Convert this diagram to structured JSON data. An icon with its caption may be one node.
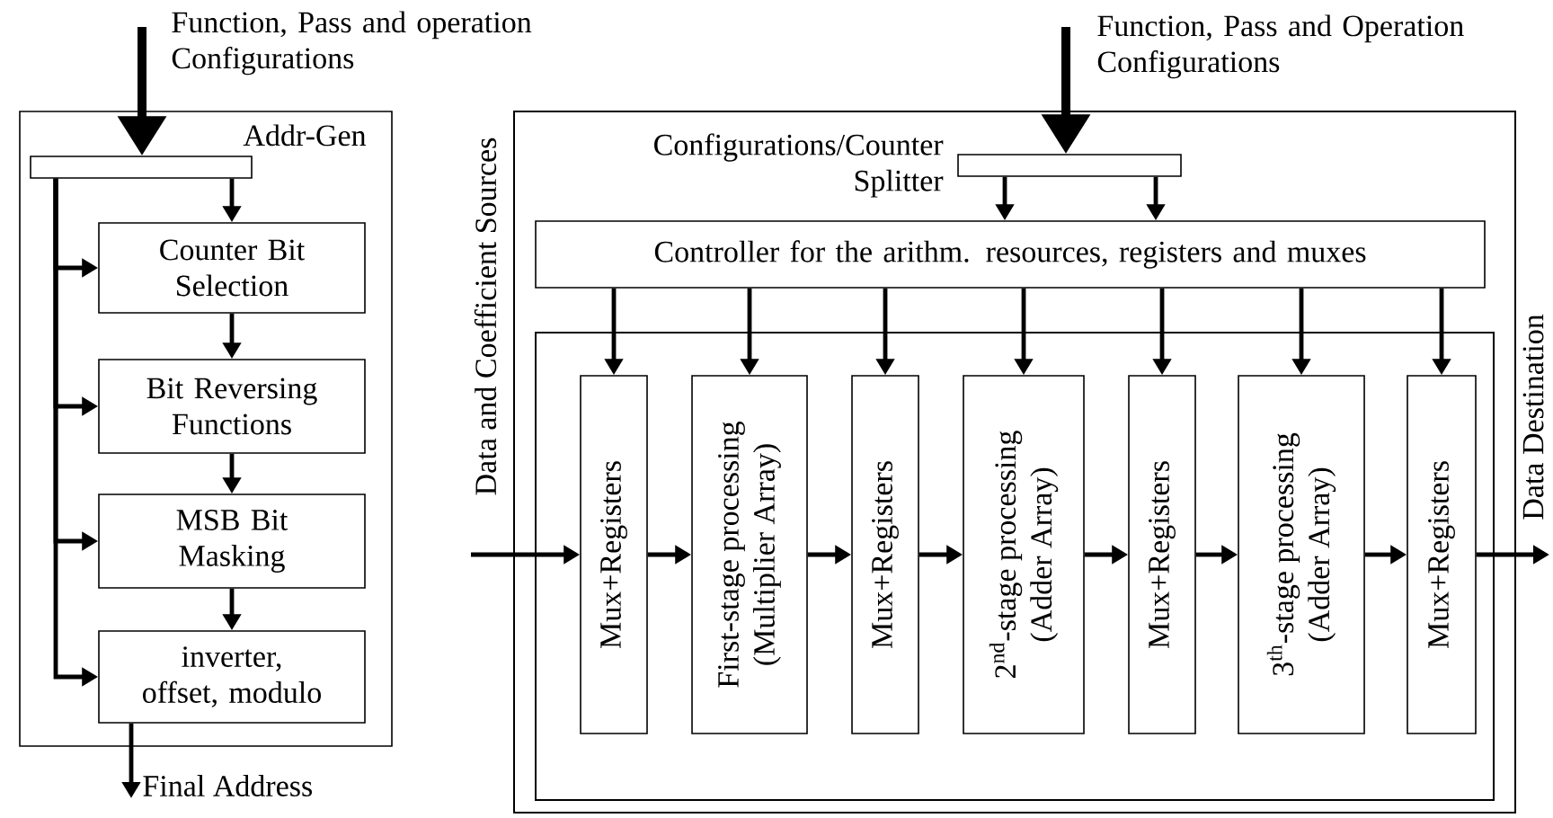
{
  "diagram": {
    "nodes": [
      {
        "text": [
          "Addr-Gen"
        ]
      },
      {
        "text": [],
        "shape": "bar",
        "in": 0
      },
      {
        "text": [
          "Counter Bit Selection"
        ],
        "in": 0
      },
      {
        "text": [
          "Bit Reversing Functions"
        ],
        "in": 0
      },
      {
        "text": [
          "MSB Bit Masking"
        ],
        "in": 0
      },
      {
        "text": [
          "inverter, offset, modulo"
        ],
        "in": 0
      },
      {
        "text": [],
        "shape": "box"
      },
      {
        "text": [],
        "shape": "bar",
        "in": 6,
        "beside": [
          "Configurations/Counter Splitter"
        ]
      },
      {
        "text": [
          "Controller for the arithm. resources, registers and muxes"
        ],
        "in": 6
      },
      {
        "text": [],
        "shape": "box",
        "in": 6
      },
      {
        "text": [
          "Mux+Registers"
        ],
        "in": 9
      },
      {
        "text": [
          "First-stage processing (Multiplier Array)"
        ],
        "in": 9
      },
      {
        "text": [
          "Mux+Registers"
        ],
        "in": 9
      },
      {
        "text": [
          "2$^{nd}$-stage processing (Adder Array)"
        ],
        "in": 9
      },
      {
        "text": [
          "Mux+Registers"
        ],
        "in": 9
      },
      {
        "text": [
          "3$^{th}$-stage processing (Adder Array)"
        ],
        "in": 9
      },
      {
        "text": [
          "Mux+Registers"
        ],
        "in": 9
      },
      {
        "text": [
          "Final Address"
        ]
      }
    ],
    "edges": [
      {
        "from": null,
        "to": 1,
        "arrow": "to",
        "style": "thick"
      },
      {
        "from": 1,
        "to": 2,
        "arrow": "to"
      },
      {
        "from": 1,
        "to": 2,
        "arrow": "to"
      },
      {
        "from": 1,
        "to": 3,
        "arrow": "to"
      },
      {
        "from": 1,
        "to": 4,
        "arrow": "to"
      },
      {
        "from": 1,
        "to": 5,
        "arrow": "to"
      },
      {
        "from": 2,
        "to": 3,
        "arrow": "to"
      },
      {
        "from": 3,
        "to": 4,
        "arrow": "to"
      },
      {
        "from": 4,
        "to": 5,
        "arrow": "to"
      },
      {
        "from": 5,
        "to": 17,
        "arrow": "to"
      },
      {
        "from": null,
        "to": 7,
        "arrow": "to",
        "style": "thick"
      },
      {
        "from": 7,
        "to": 8,
        "arrow": "to"
      },
      {
        "from": 7,
        "to": 8,
        "arrow": "to"
      },
      {
        "from": 8,
        "to": 10,
        "arrow": "to"
      },
      {
        "from": 8,
        "to": 11,
        "arrow": "to"
      },
      {
        "from": 8,
        "to": 12,
        "arrow": "to"
      },
      {
        "from": 8,
        "to": 13,
        "arrow": "to"
      },
      {
        "from": 8,
        "to": 14,
        "arrow": "to"
      },
      {
        "from": 8,
        "to": 15,
        "arrow": "to"
      },
      {
        "from": 8,
        "to": 16,
        "arrow": "to"
      },
      {
        "from": null,
        "to": 10,
        "arrow": "to"
      },
      {
        "from": 10,
        "to": 11,
        "arrow": "to"
      },
      {
        "from": 11,
        "to": 12,
        "arrow": "to"
      },
      {
        "from": 12,
        "to": 13,
        "arrow": "to"
      },
      {
        "from": 13,
        "to": 14,
        "arrow": "to"
      },
      {
        "from": 14,
        "to": 15,
        "arrow": "to"
      },
      {
        "from": 15,
        "to": 16,
        "arrow": "to"
      },
      {
        "from": 16,
        "to": null,
        "arrow": "to"
      }
    ],
    "labels": [
      "Function, Pass and operation Configurations",
      "Function, Pass and Operation Configurations",
      "Data and Coefficient Sources",
      "Data Destination"
    ]
  }
}
